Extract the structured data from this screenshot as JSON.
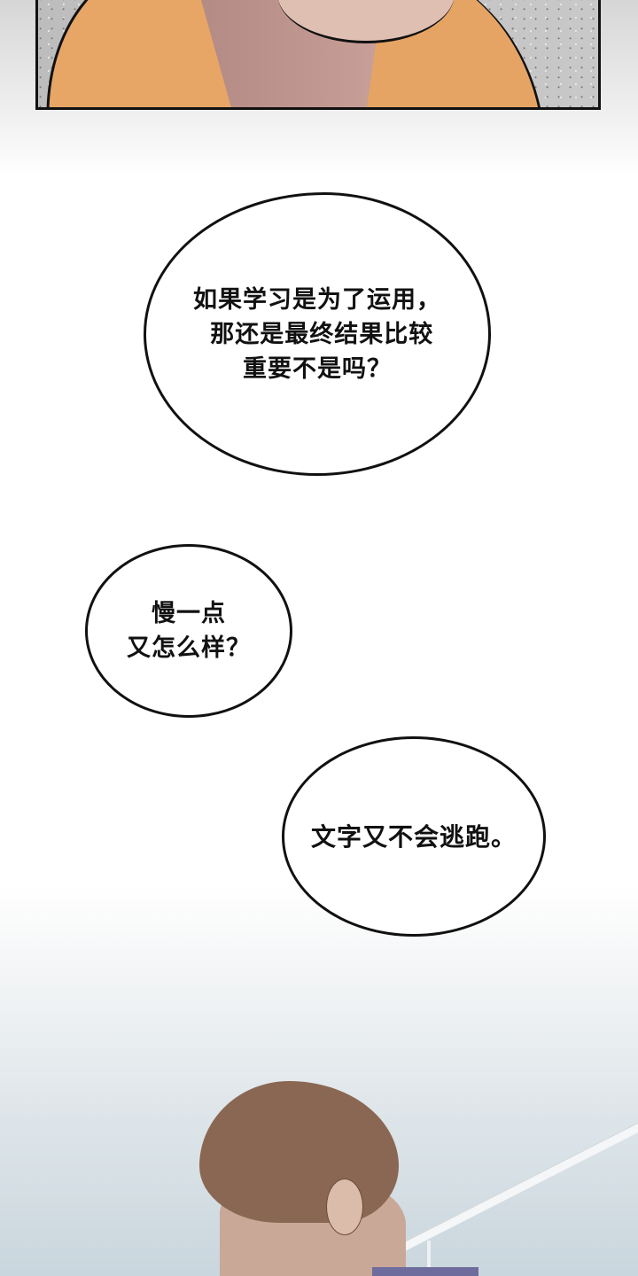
{
  "comic": {
    "panels": [
      {
        "id": "top-panel",
        "description": "close-up of chin and neck, orange hoodie, speckled gray wall"
      },
      {
        "id": "bottom-panel",
        "description": "brown-haired young man in profile, looking down, white railing behind"
      }
    ],
    "bubbles": [
      {
        "id": "bubble-1",
        "text": "如果学习是为了运用，\n 那还是最终结果比较\n重要不是吗？"
      },
      {
        "id": "bubble-2",
        "text": "慢一点\n又怎么样？"
      },
      {
        "id": "bubble-3",
        "text": "文字又不会逃跑。"
      }
    ]
  },
  "colors": {
    "hoodie": "#e8a666",
    "hair": "#8a6752",
    "sky": "#c9d6dd",
    "outline": "#111111"
  }
}
